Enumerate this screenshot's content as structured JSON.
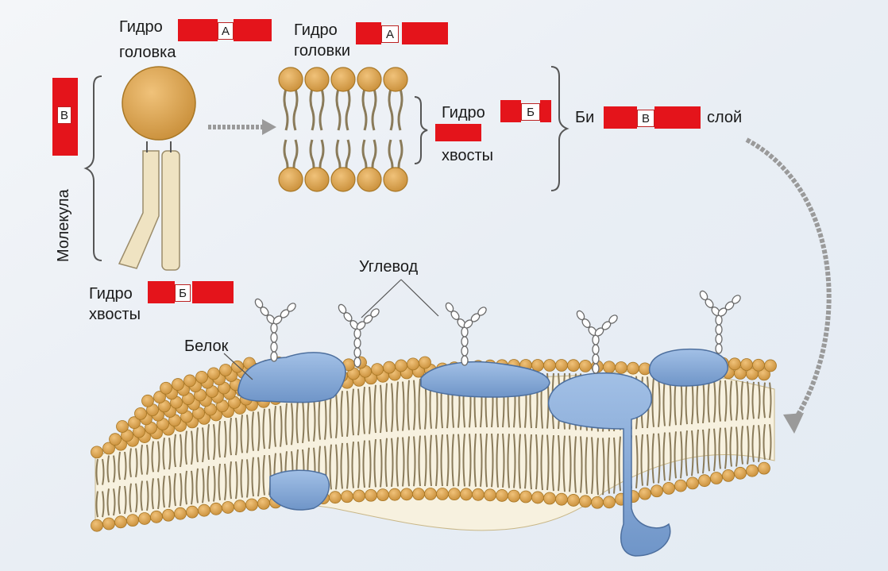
{
  "labels": {
    "molecule": "Молекула",
    "head_single_prefix": "Гидро",
    "head_single_suffix": "головка",
    "head_plural_prefix": "Гидро",
    "head_plural_suffix": "головки",
    "tails_mid_prefix": "Гидро",
    "tails_mid_suffix": "хвосты",
    "tails_bottom_prefix": "Гидро",
    "tails_bottom_suffix": "хвосты",
    "bilayer_prefix": "Би",
    "bilayer_suffix": "слой",
    "carbohydrate": "Углевод",
    "protein": "Белок"
  },
  "blank_keys": {
    "a": "А",
    "b": "Б",
    "v": "В"
  },
  "colors": {
    "lipid_head": "#d9a350",
    "lipid_head_stroke": "#a87725",
    "tail": "#efe3c2",
    "protein": "#86a9d8",
    "protein_stroke": "#4d6f9e",
    "redaction": "#e4141b",
    "arrow": "#9a9a9a"
  }
}
